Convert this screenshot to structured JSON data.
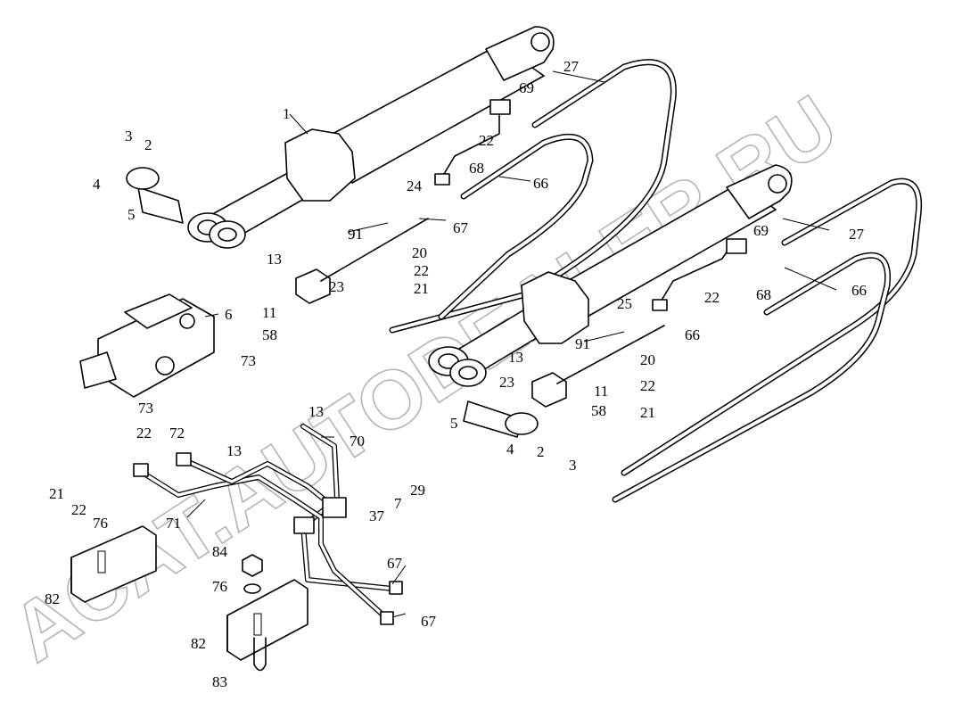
{
  "watermark": "ACAT.AUTODEALER.RU",
  "callouts": [
    {
      "id": "c1",
      "label": "1"
    },
    {
      "id": "c2a",
      "label": "2"
    },
    {
      "id": "c3a",
      "label": "3"
    },
    {
      "id": "c4a",
      "label": "4"
    },
    {
      "id": "c5a",
      "label": "5"
    },
    {
      "id": "c6",
      "label": "6"
    },
    {
      "id": "c7",
      "label": "7"
    },
    {
      "id": "c11a",
      "label": "11"
    },
    {
      "id": "c13a",
      "label": "13"
    },
    {
      "id": "c13b",
      "label": "13"
    },
    {
      "id": "c13c",
      "label": "13"
    },
    {
      "id": "c13d",
      "label": "13"
    },
    {
      "id": "c20a",
      "label": "20"
    },
    {
      "id": "c20b",
      "label": "20"
    },
    {
      "id": "c21a",
      "label": "21"
    },
    {
      "id": "c21b",
      "label": "21"
    },
    {
      "id": "c21c",
      "label": "21"
    },
    {
      "id": "c22a",
      "label": "22"
    },
    {
      "id": "c22b",
      "label": "22"
    },
    {
      "id": "c22c",
      "label": "22"
    },
    {
      "id": "c22d",
      "label": "22"
    },
    {
      "id": "c22e",
      "label": "22"
    },
    {
      "id": "c22f",
      "label": "22"
    },
    {
      "id": "c23a",
      "label": "23"
    },
    {
      "id": "c23b",
      "label": "23"
    },
    {
      "id": "c24",
      "label": "24"
    },
    {
      "id": "c25",
      "label": "25"
    },
    {
      "id": "c27a",
      "label": "27"
    },
    {
      "id": "c27b",
      "label": "27"
    },
    {
      "id": "c29",
      "label": "29"
    },
    {
      "id": "c37",
      "label": "37"
    },
    {
      "id": "c58a",
      "label": "58"
    },
    {
      "id": "c58b",
      "label": "58"
    },
    {
      "id": "c66a",
      "label": "66"
    },
    {
      "id": "c66b",
      "label": "66"
    },
    {
      "id": "c66c",
      "label": "66"
    },
    {
      "id": "c67a",
      "label": "67"
    },
    {
      "id": "c67b",
      "label": "67"
    },
    {
      "id": "c67c",
      "label": "67"
    },
    {
      "id": "c68a",
      "label": "68"
    },
    {
      "id": "c68b",
      "label": "68"
    },
    {
      "id": "c69a",
      "label": "69"
    },
    {
      "id": "c69b",
      "label": "69"
    },
    {
      "id": "c70",
      "label": "70"
    },
    {
      "id": "c71",
      "label": "71"
    },
    {
      "id": "c72",
      "label": "72"
    },
    {
      "id": "c73a",
      "label": "73"
    },
    {
      "id": "c73b",
      "label": "73"
    },
    {
      "id": "c76a",
      "label": "76"
    },
    {
      "id": "c76b",
      "label": "76"
    },
    {
      "id": "c82a",
      "label": "82"
    },
    {
      "id": "c82b",
      "label": "82"
    },
    {
      "id": "c83",
      "label": "83"
    },
    {
      "id": "c84",
      "label": "84"
    },
    {
      "id": "c91a",
      "label": "91"
    },
    {
      "id": "c91b",
      "label": "91"
    },
    {
      "id": "c2b",
      "label": "2"
    },
    {
      "id": "c3b",
      "label": "3"
    },
    {
      "id": "c4b",
      "label": "4"
    },
    {
      "id": "c5b",
      "label": "5"
    },
    {
      "id": "c11b",
      "label": "11"
    }
  ]
}
